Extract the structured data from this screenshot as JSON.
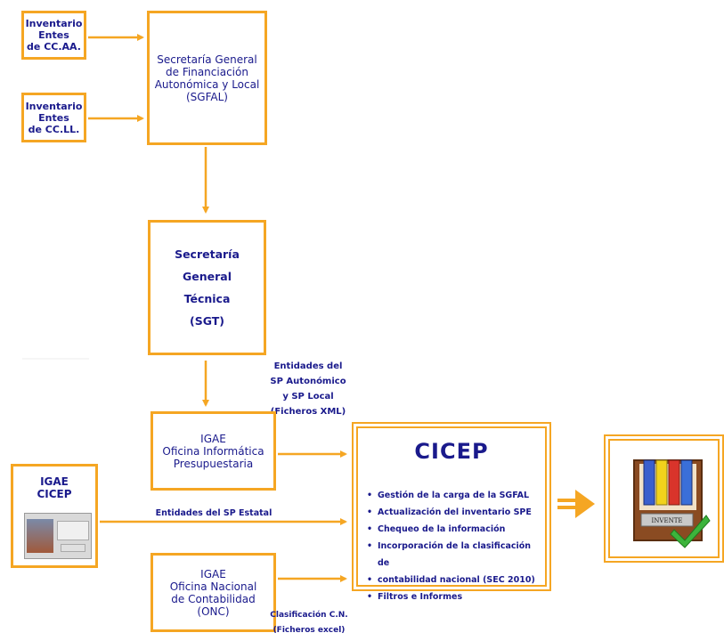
{
  "boxes": {
    "inv_ccaa": "Inventario\nEntes\nde CC.AA.",
    "inv_ccll": "Inventario\nEntes\nde CC.LL.",
    "sgfal": "Secretaría General\nde Financiación\nAutonómica y Local\n(SGFAL)",
    "sgt": "Secretaría\nGeneral\nTécnica\n(SGT)",
    "igae_oip": "IGAE\nOficina Informática\nPresupuestaria",
    "igae_cicep": "IGAE\nCICEP",
    "igae_onc": "IGAE\nOficina Nacional\nde Contabilidad\n(ONC)"
  },
  "labels": {
    "xml": "Entidades del\nSP Autonómico\ny SP Local\n(Ficheros XML)",
    "estatal": "Entidades del SP Estatal",
    "excel": "Clasificación C.N.\n(Ficheros excel)"
  },
  "cicep": {
    "title": "CICEP",
    "bullets": [
      "Gestión de la carga de la SGFAL",
      "Actualización del inventario SPE",
      "Chequeo de la información",
      "Incorporación de la clasificación de",
      "contabilidad nacional (SEC 2010)",
      "Filtros e Informes"
    ]
  },
  "invente": {
    "sign": "INVENTE"
  },
  "colors": {
    "accent": "#f5a623",
    "text": "#1a1a8c",
    "check": "#3cb43c"
  }
}
